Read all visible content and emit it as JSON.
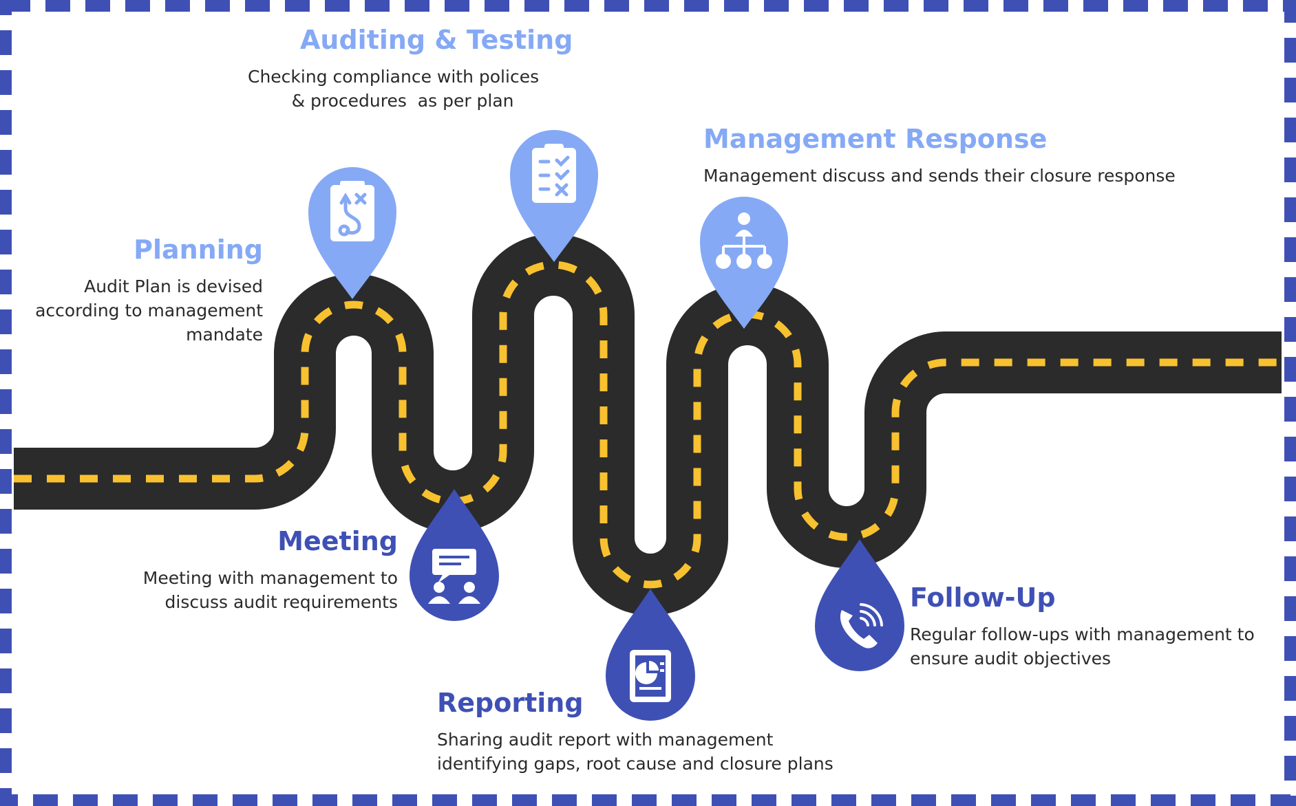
{
  "colors": {
    "frame": "#3f50b5",
    "road": "#2b2b2b",
    "lane": "#f8c12f",
    "pin_light": "#85a9f5",
    "pin_dark": "#3f50b5"
  },
  "steps": [
    {
      "id": "planning",
      "title": "Planning",
      "lines": [
        "Audit Plan is devised",
        "according to management",
        "mandate"
      ],
      "icon": "strategy-board-icon",
      "pin": "light"
    },
    {
      "id": "meeting",
      "title": "Meeting",
      "lines": [
        "Meeting with management to",
        "discuss audit requirements"
      ],
      "icon": "meeting-chat-icon",
      "pin": "dark"
    },
    {
      "id": "auditing",
      "title": "Auditing & Testing",
      "lines": [
        "Checking compliance with polices",
        "        & procedures  as per plan"
      ],
      "icon": "clipboard-checklist-icon",
      "pin": "light"
    },
    {
      "id": "reporting",
      "title": "Reporting",
      "lines": [
        "Sharing audit report with management",
        "identifying gaps, root cause and closure plans"
      ],
      "icon": "report-chart-icon",
      "pin": "dark"
    },
    {
      "id": "management",
      "title": "Management Response",
      "lines": [
        "Management discuss and sends their closure response"
      ],
      "icon": "org-chart-icon",
      "pin": "light"
    },
    {
      "id": "followup",
      "title": "Follow-Up",
      "lines": [
        "Regular follow-ups with management to",
        "ensure audit objectives"
      ],
      "icon": "phone-call-icon",
      "pin": "dark"
    }
  ]
}
